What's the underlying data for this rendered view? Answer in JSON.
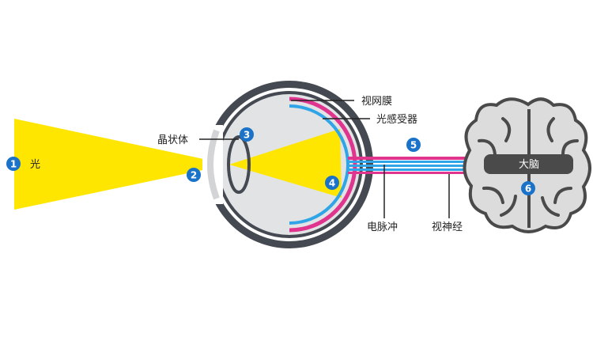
{
  "colors": {
    "light_beam": "#ffe600",
    "eye_outline": "#454a52",
    "eye_fill": "#e2e3e5",
    "retina_pink": "#e0358f",
    "receptor_blue": "#2fa4e7",
    "badge": "#1a73c9",
    "brain_fill": "#dcdcdc",
    "brain_band": "#4a4a4a"
  },
  "labels": {
    "light": "光",
    "lens": "晶状体",
    "retina": "视网膜",
    "photoreceptors": "光感受器",
    "nerve_impulse": "电脉冲",
    "optic_nerve": "视神经",
    "brain": "大脑"
  },
  "markers": [
    "1",
    "2",
    "3",
    "4",
    "5",
    "6"
  ]
}
